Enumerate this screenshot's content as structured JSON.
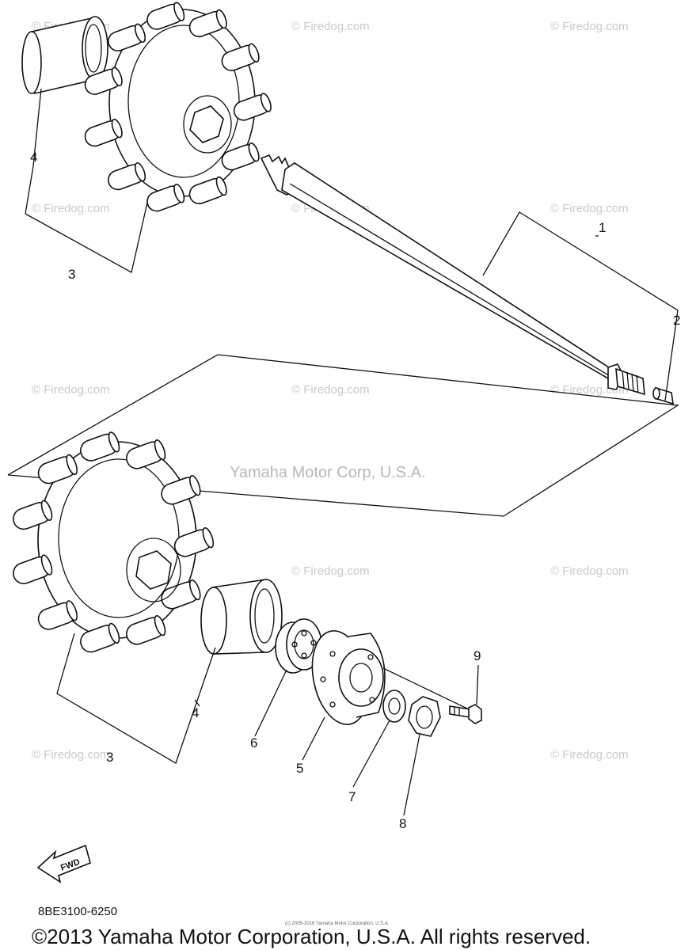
{
  "watermark_text": "© Firedog.com",
  "center_watermark": "Yamaha Motor Corp, U.S.A.",
  "callouts": {
    "shaft": "1",
    "plug": "2",
    "sprocket_top": "3",
    "sleeve_top": "4",
    "sprocket_bottom": "3",
    "sleeve_bottom": "4",
    "housing": "5",
    "bearing": "6",
    "washer": "7",
    "nut": "8",
    "bolt": "9"
  },
  "fwd_label": "FWD",
  "diagram_code": "8BE3100-6250",
  "copyright": "©2013 Yamaha Motor Corporation, U.S.A. All rights reserved.",
  "small_copyright": "(c) 2005-2016 Yamaha Motor Corporation, U.S.A."
}
